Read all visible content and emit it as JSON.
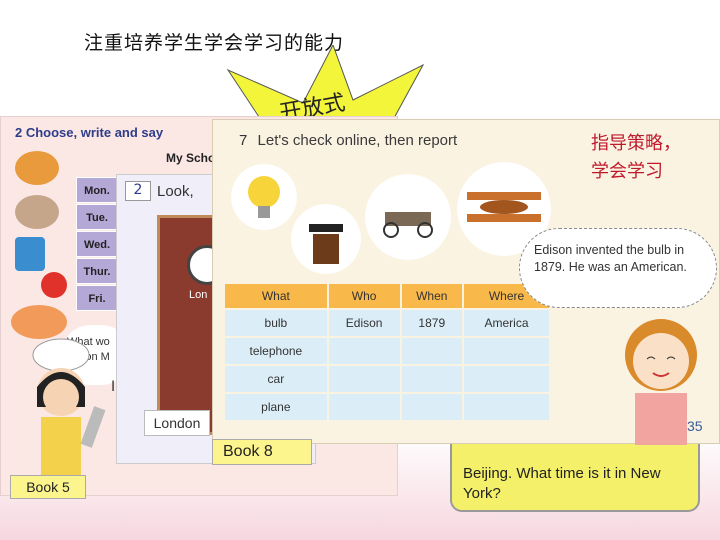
{
  "slide": {
    "title": "注重培养学生学会学习的能力",
    "burst_text": "开放式",
    "strategy_line1": "指导策略，",
    "strategy_line2": "学会学习",
    "speech_bubble_text": "Beijing. What time is it  in New York?"
  },
  "book5": {
    "label": "Book 5",
    "header": "2  Choose, write and say",
    "schedule_title": "My Scho",
    "days": [
      "Mon.",
      "Tue.",
      "Wed.",
      "Thur.",
      "Fri."
    ],
    "question": "What wo eat on M",
    "lines_letter": "I'"
  },
  "middle_page": {
    "number": "2",
    "header": "Look,",
    "tower_label": "Lon",
    "london_label": "London"
  },
  "book8": {
    "label": "Book  8",
    "activity_number": "7",
    "header": "Let's check online, then report",
    "bubble": "Edison invented the bulb in 1879. He was an American.",
    "page_number": "35",
    "table": {
      "headers": [
        "What",
        "Who",
        "When",
        "Where"
      ],
      "rows": [
        [
          "bulb",
          "Edison",
          "1879",
          "America"
        ],
        [
          "telephone",
          "",
          "",
          ""
        ],
        [
          "car",
          "",
          "",
          ""
        ],
        [
          "plane",
          "",
          "",
          ""
        ]
      ]
    }
  },
  "icons": [
    "bulb-icon",
    "telephone-icon",
    "car-icon",
    "plane-icon"
  ]
}
